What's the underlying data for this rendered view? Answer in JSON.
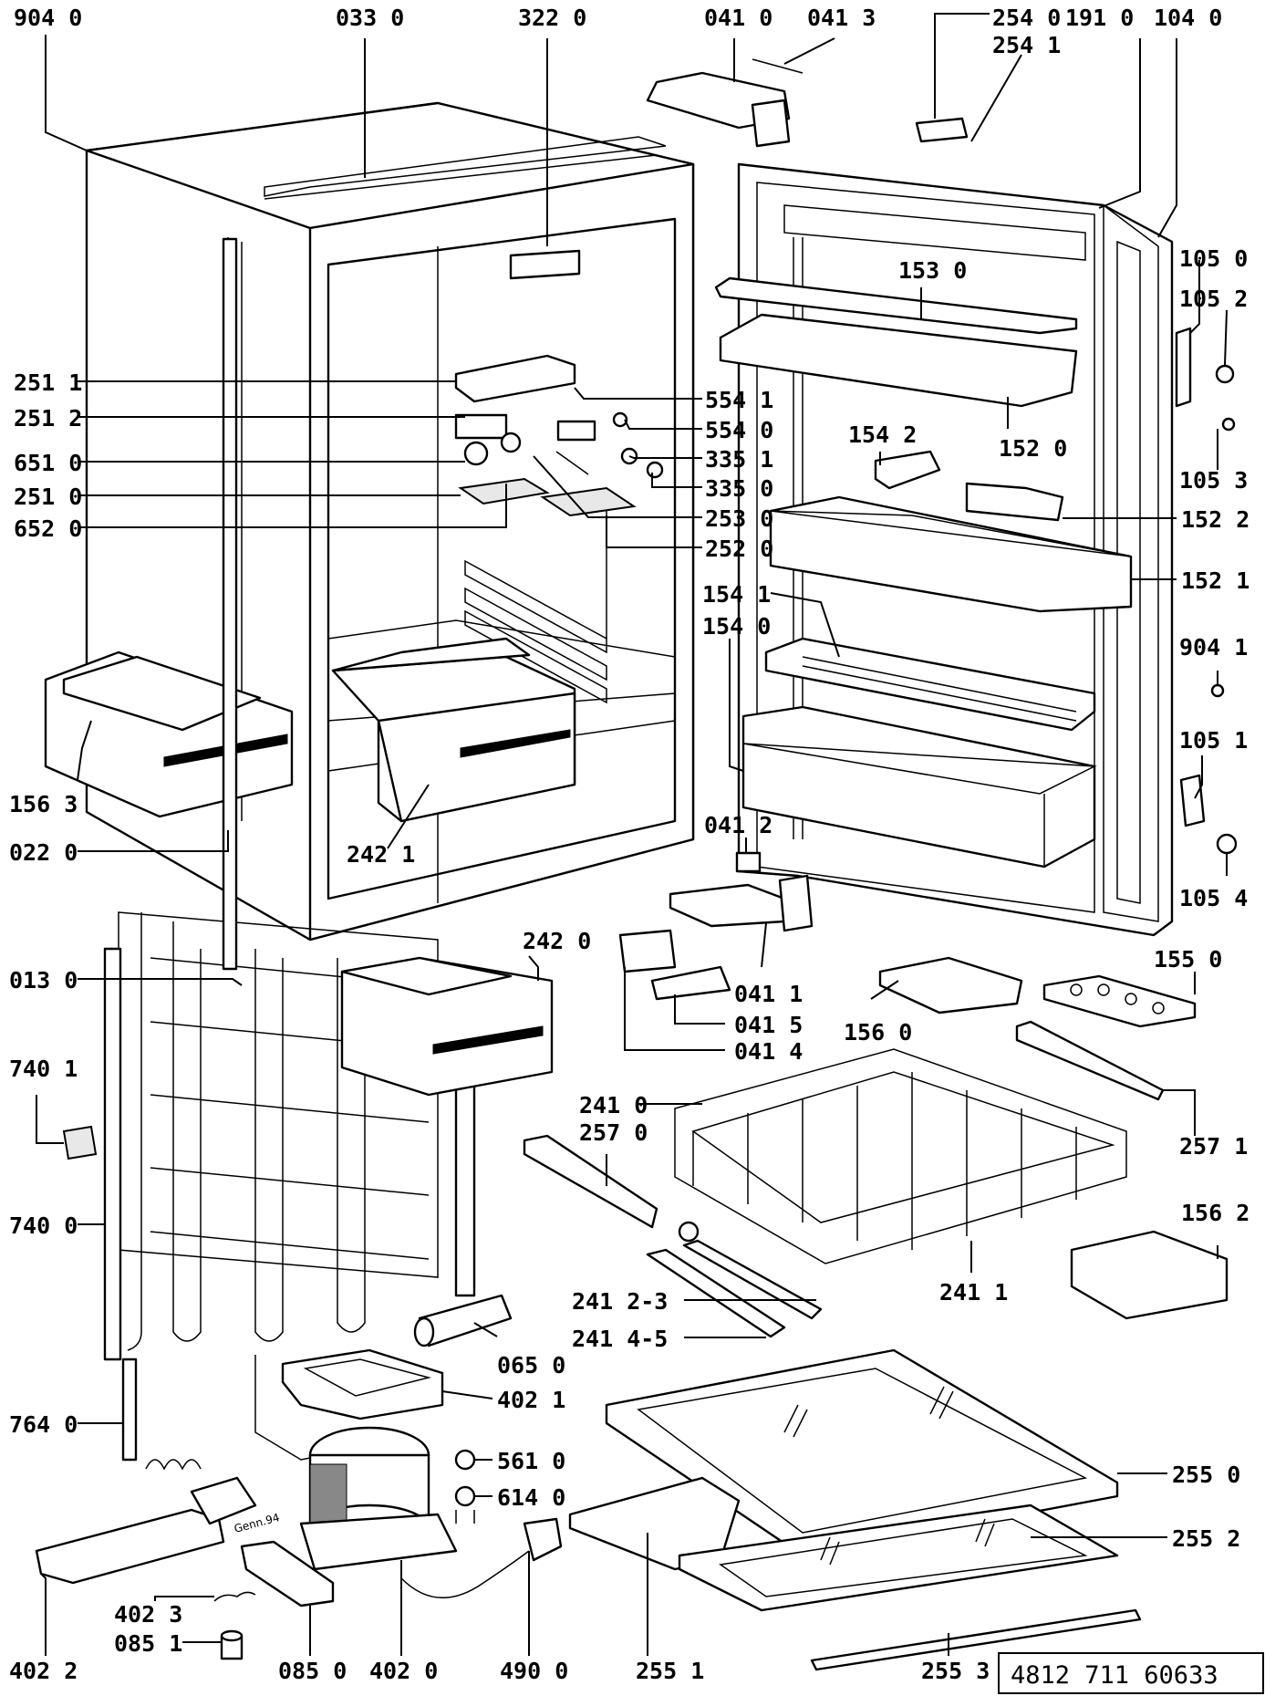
{
  "document_number": "4812 711 60633",
  "date_mark": "Genn.94",
  "labels": {
    "l9040": "904 0",
    "l0330": "033 0",
    "l3220": "322 0",
    "l0410": "041 0",
    "l0413": "041 3",
    "l2540": "254 0",
    "l2541": "254 1",
    "l1910": "191 0",
    "l1040": "104 0",
    "l1050": "105 0",
    "l1052": "105 2",
    "l1530": "153 0",
    "l1520": "152 0",
    "l1053": "105 3",
    "l2511": "251 1",
    "l2512": "251 2",
    "l6510": "651 0",
    "l2510": "251 0",
    "l6520": "652 0",
    "l5541": "554 1",
    "l5540": "554 0",
    "l3351": "335 1",
    "l3350": "335 0",
    "l2530": "253 0",
    "l2520": "252 0",
    "l1542": "154 2",
    "l1522": "152 2",
    "l1541": "154 1",
    "l1521": "152 1",
    "l1540": "154 0",
    "l9041": "904 1",
    "l1051": "105 1",
    "l1054": "105 4",
    "l1563": "156 3",
    "l0220": "022 0",
    "l2421": "242 1",
    "l0412": "041 2",
    "l0130": "013 0",
    "l2420": "242 0",
    "l0411": "041 1",
    "l0415": "041 5",
    "l0414": "041 4",
    "l1560": "156 0",
    "l1550": "155 0",
    "l7401": "740 1",
    "l7400": "740 0",
    "l2410": "241 0",
    "l2570": "257 0",
    "l2571": "257 1",
    "l1562": "156 2",
    "l2411": "241 1",
    "l24123": "241 2-3",
    "l24145": "241 4-5",
    "l0650": "065 0",
    "l4021": "402 1",
    "l7640": "764 0",
    "l5610": "561 0",
    "l6140": "614 0",
    "l2550": "255 0",
    "l2552": "255 2",
    "l4023": "402 3",
    "l0851": "085 1",
    "l4022": "402 2",
    "l0850": "085 0",
    "l4020": "402 0",
    "l4900": "490 0",
    "l2551": "255 1",
    "l2553": "255 3"
  }
}
